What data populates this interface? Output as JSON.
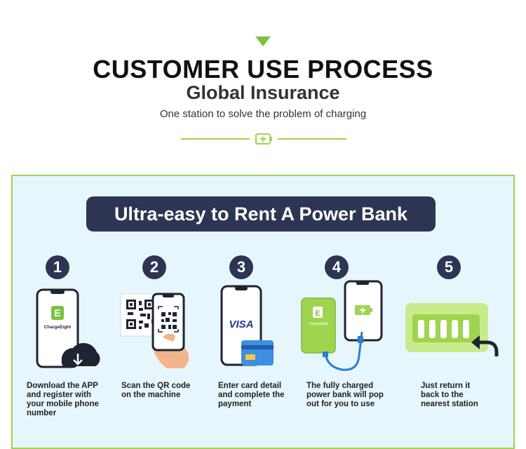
{
  "header": {
    "title": "CUSTOMER USE PROCESS",
    "subtitle": "Global Insurance",
    "tagline": "One station to solve the problem of charging"
  },
  "banner": {
    "label": "Ultra-easy to Rent A Power Bank"
  },
  "steps": [
    {
      "number": "1",
      "text": "Download the APP\nand register with\nyour mobile phone\nnumber"
    },
    {
      "number": "2",
      "text": "Scan the QR code\non the machine"
    },
    {
      "number": "3",
      "text": "Enter card detail\nand complete the\npayment"
    },
    {
      "number": "4",
      "text": "The fully charged\npower bank will pop\nout for you to use"
    },
    {
      "number": "5",
      "text": "Just return it\nback to the\nnearest station"
    }
  ],
  "art": {
    "app_name": "ChargeEight",
    "card_brand": "VISA"
  },
  "colors": {
    "accent_green": "#9fd44f",
    "navy": "#2d3553",
    "panel_bg": "#e6f6fc"
  }
}
